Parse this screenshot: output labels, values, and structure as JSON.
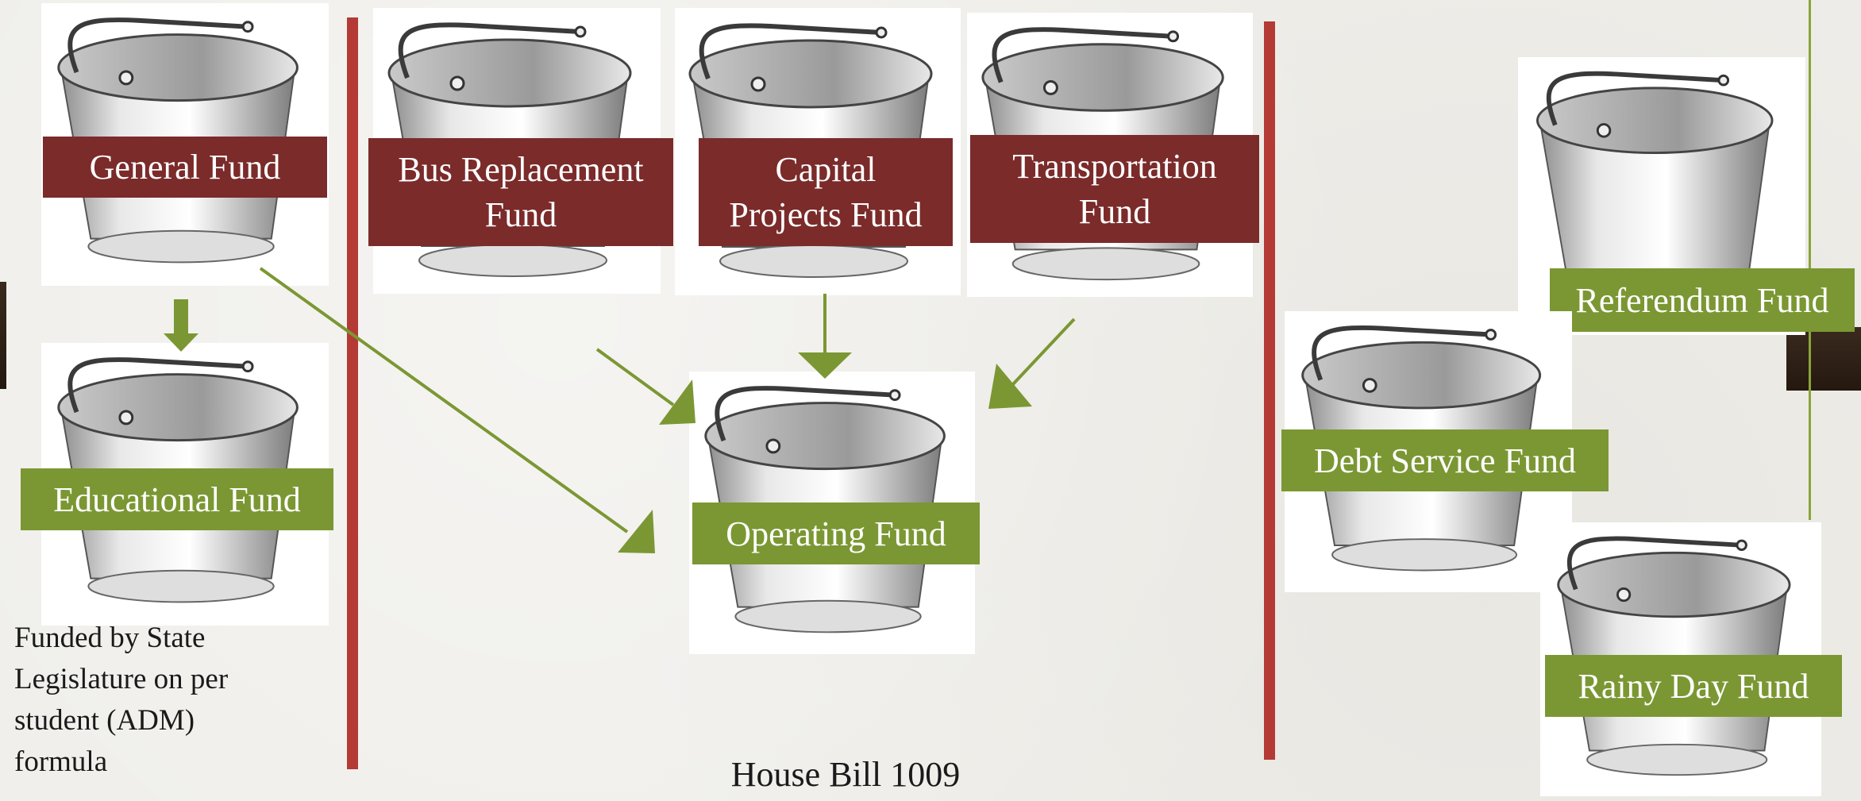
{
  "funds": {
    "general": "General Fund",
    "bus": "Bus Replacement\nFund",
    "capital": "Capital\nProjects Fund",
    "transportation": "Transportation\nFund",
    "referendum": "Referendum Fund",
    "educational": "Educational Fund",
    "operating": "Operating Fund",
    "debt": "Debt Service Fund",
    "rainy": "Rainy Day Fund"
  },
  "note": "Funded by State\nLegislature on per\nstudent (ADM)\nformula",
  "caption": "House Bill 1009",
  "colors": {
    "red_label": "#7a2b2a",
    "green_label": "#7b9733",
    "divider": "#b43a35",
    "arrow": "#7b9733"
  }
}
